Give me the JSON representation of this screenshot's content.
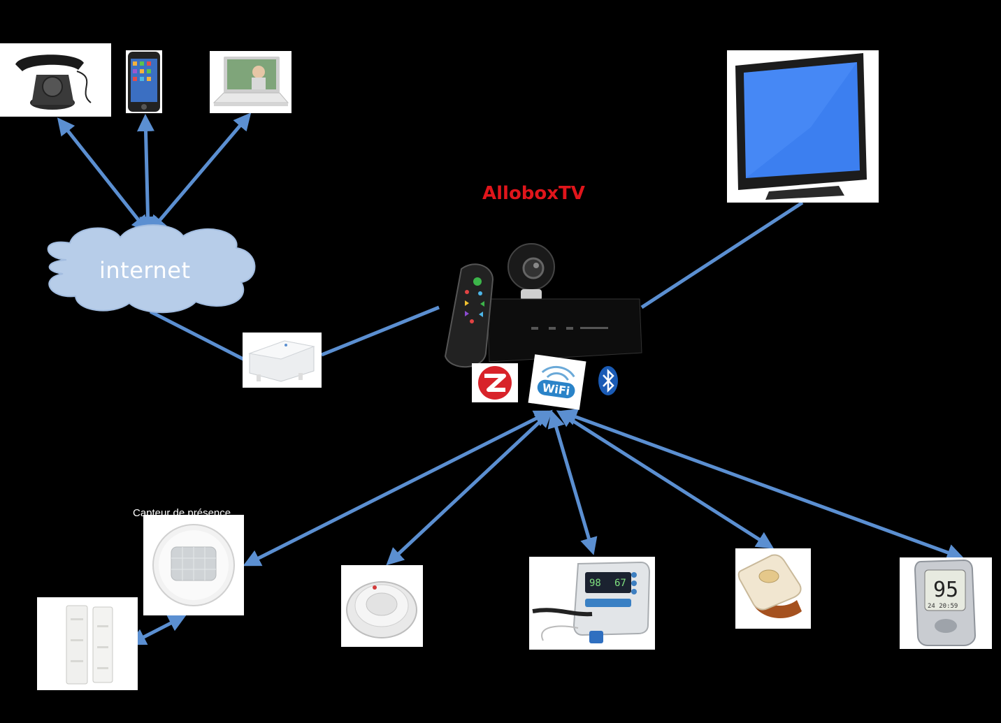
{
  "hub": {
    "title": "AlloboxTV"
  },
  "cloud": {
    "label": "internet"
  },
  "presence_sensor": {
    "caption": "Capteur de présence"
  },
  "screen": {
    "digits": "95"
  },
  "colors": {
    "link": "#5b8fd1",
    "cloud_fill": "#b7cde9",
    "hub_title": "#e0151b",
    "background": "#000000"
  },
  "icons": [
    "telephone-icon",
    "smartphone-icon",
    "laptop-icon",
    "television-icon",
    "router-icon",
    "set-top-box-icon",
    "remote-icon",
    "camera-icon",
    "zigbee-icon",
    "wifi-icon",
    "bluetooth-icon",
    "presence-sensor-icon",
    "door-sensor-icon",
    "smoke-detector-icon",
    "pulse-oximeter-icon",
    "emergency-bracelet-icon",
    "glucometer-icon"
  ]
}
